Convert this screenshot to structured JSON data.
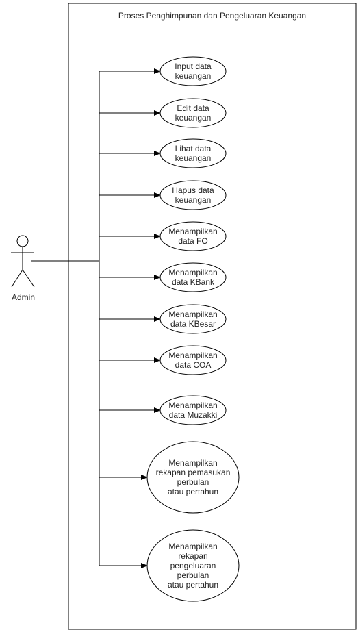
{
  "system": {
    "title": "Proses Penghimpunan dan Pengeluaran Keuangan"
  },
  "actor": {
    "name": "Admin"
  },
  "use_cases": [
    {
      "lines": [
        "Input data",
        "keuangan"
      ]
    },
    {
      "lines": [
        "Edit data",
        "keuangan"
      ]
    },
    {
      "lines": [
        "Lihat data",
        "keuangan"
      ]
    },
    {
      "lines": [
        "Hapus data",
        "keuangan"
      ]
    },
    {
      "lines": [
        "Menampilkan",
        "data FO"
      ]
    },
    {
      "lines": [
        "Menampilkan",
        "data KBank"
      ]
    },
    {
      "lines": [
        "Menampilkan",
        "data KBesar"
      ]
    },
    {
      "lines": [
        "Menampilkan",
        "data COA"
      ]
    },
    {
      "lines": [
        "Menampilkan",
        "data Muzakki"
      ]
    },
    {
      "lines": [
        "Menampilkan",
        "rekapan pemasukan",
        "perbulan",
        "atau pertahun"
      ]
    },
    {
      "lines": [
        "Menampilkan",
        "rekapan",
        "pengeluaran",
        "perbulan",
        "atau pertahun"
      ]
    }
  ]
}
